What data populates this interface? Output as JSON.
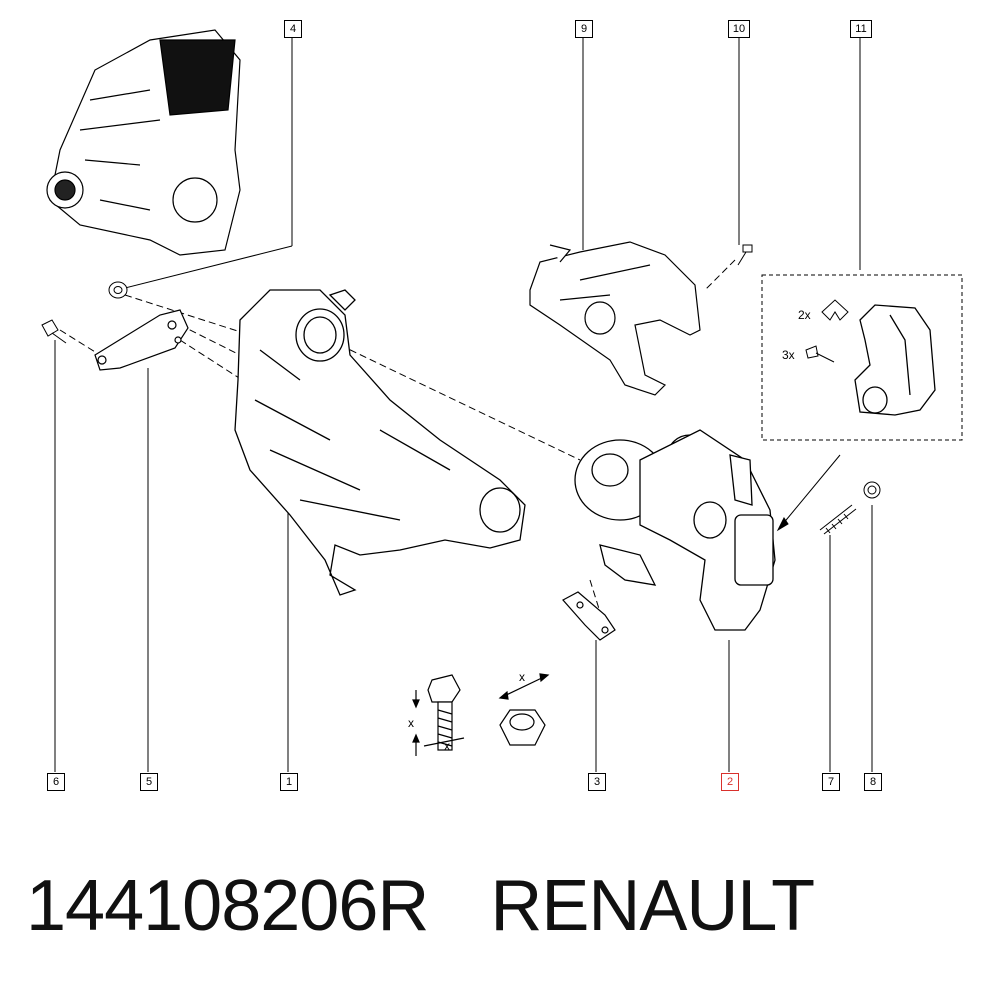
{
  "diagram": {
    "callouts": [
      "1",
      "2",
      "3",
      "4",
      "5",
      "6",
      "7",
      "8",
      "9",
      "10",
      "11"
    ],
    "highlighted_callout": "2",
    "quantities": {
      "clip": "2x",
      "screw": "3x"
    },
    "dimension_marks": [
      "x",
      "x",
      "x"
    ],
    "colors": {
      "highlight": "#d9302c",
      "line": "#000000"
    }
  },
  "footer": {
    "part_number": "144108206R",
    "brand": "RENAULT"
  }
}
